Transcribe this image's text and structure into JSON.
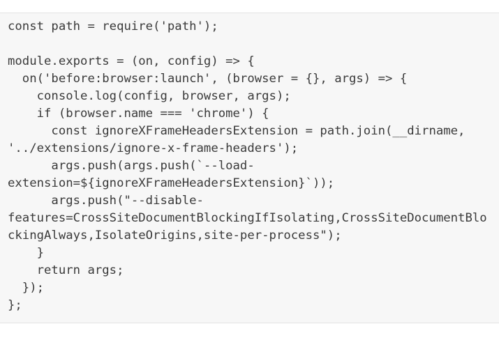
{
  "colors": {
    "page_background": "#ffffff",
    "code_background": "#f7f7f7",
    "code_border": "#e3e3e3",
    "code_text": "#3a3a3a"
  },
  "code": {
    "lines": [
      "const path = require('path');",
      "",
      "module.exports = (on, config) => {",
      "  on('before:browser:launch', (browser = {}, args) => {",
      "    console.log(config, browser, args);",
      "    if (browser.name === 'chrome') {",
      "      const ignoreXFrameHeadersExtension = path.join(__dirname,",
      "'../extensions/ignore-x-frame-headers');",
      "      args.push(args.push(`--load-",
      "extension=${ignoreXFrameHeadersExtension}`));",
      "      args.push(\"--disable-",
      "features=CrossSiteDocumentBlockingIfIsolating,CrossSiteDocumentBlo",
      "ckingAlways,IsolateOrigins,site-per-process\");",
      "    }",
      "    return args;",
      "  });",
      "};"
    ]
  }
}
